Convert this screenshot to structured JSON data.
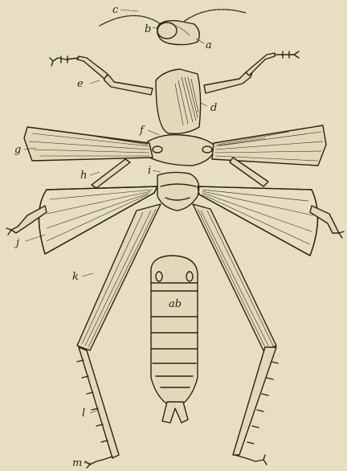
{
  "figure": {
    "labels": {
      "a": "a",
      "b": "b",
      "c": "c",
      "d": "d",
      "e": "e",
      "f": "f",
      "g": "g",
      "h": "h",
      "i": "i",
      "j": "j",
      "k": "k",
      "l": "l",
      "m": "m",
      "ab": "ab"
    }
  }
}
